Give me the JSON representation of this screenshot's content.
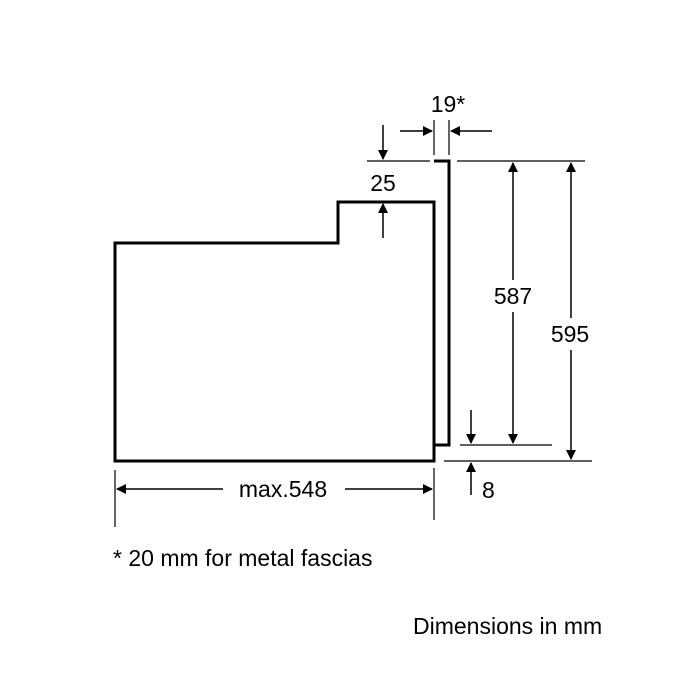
{
  "dimensions": {
    "front_panel_depth": "19*",
    "top_step": "25",
    "inner_height": "587",
    "total_height": "595",
    "bottom_offset": "8",
    "max_depth": "max.548"
  },
  "footnote": "* 20 mm for metal fascias",
  "units_note": "Dimensions in mm"
}
